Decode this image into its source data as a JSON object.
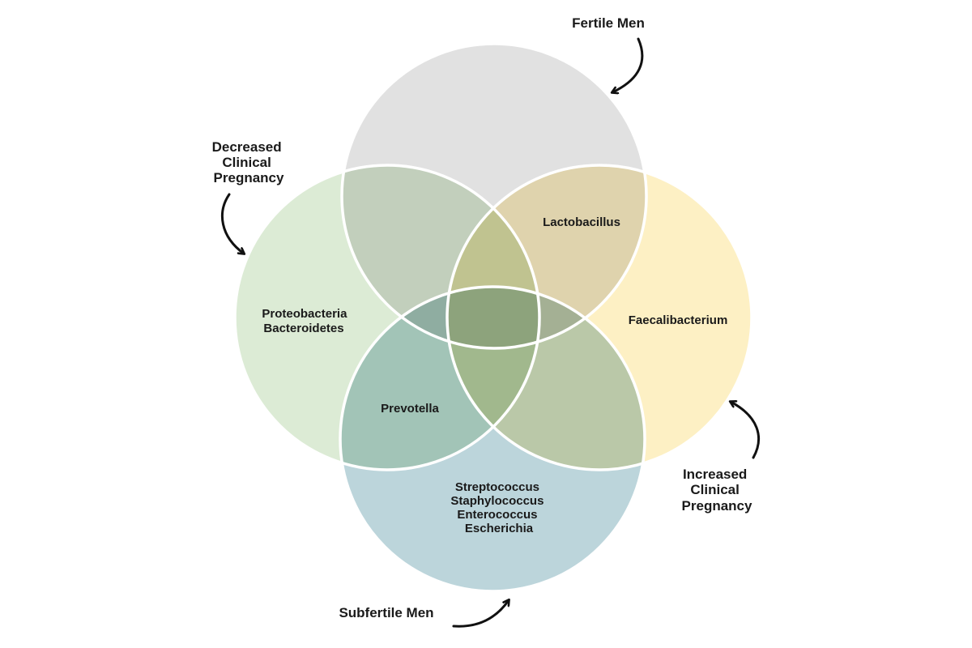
{
  "sets": {
    "fertile": {
      "label": "Fertile Men",
      "color": "#e1e1e1"
    },
    "decreased": {
      "label_lines": [
        "Decreased",
        "Clinical",
        "Pregnancy"
      ],
      "color": "#dcebd5"
    },
    "increased": {
      "label_lines": [
        "Increased",
        "Clinical",
        "Pregnancy"
      ],
      "color": "#fdf0c4"
    },
    "subfertile": {
      "label": "Subfertile Men",
      "color": "#bcd5db"
    }
  },
  "regions": {
    "decreased_only": [
      "Proteobacteria",
      "Bacteroidetes"
    ],
    "fertile_increased": [
      "Lactobacillus"
    ],
    "increased_only": [
      "Faecalibacterium"
    ],
    "decreased_subfertile": [
      "Prevotella"
    ],
    "subfertile_only": [
      "Streptococcus",
      "Staphylococcus",
      "Enterococcus",
      "Escherichia"
    ]
  }
}
